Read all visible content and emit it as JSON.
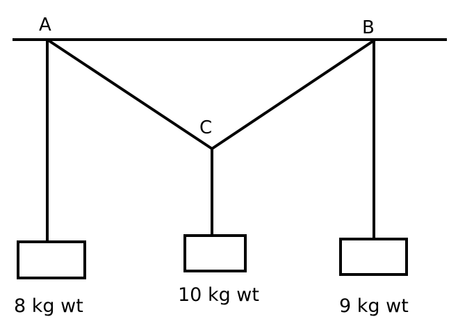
{
  "points": {
    "a": "A",
    "b": "B",
    "c": "C"
  },
  "weights": {
    "left": "8 kg wt",
    "middle": "10 kg wt",
    "right": "9 kg wt"
  },
  "colors": {
    "stroke": "#000000",
    "background": "#ffffff"
  }
}
